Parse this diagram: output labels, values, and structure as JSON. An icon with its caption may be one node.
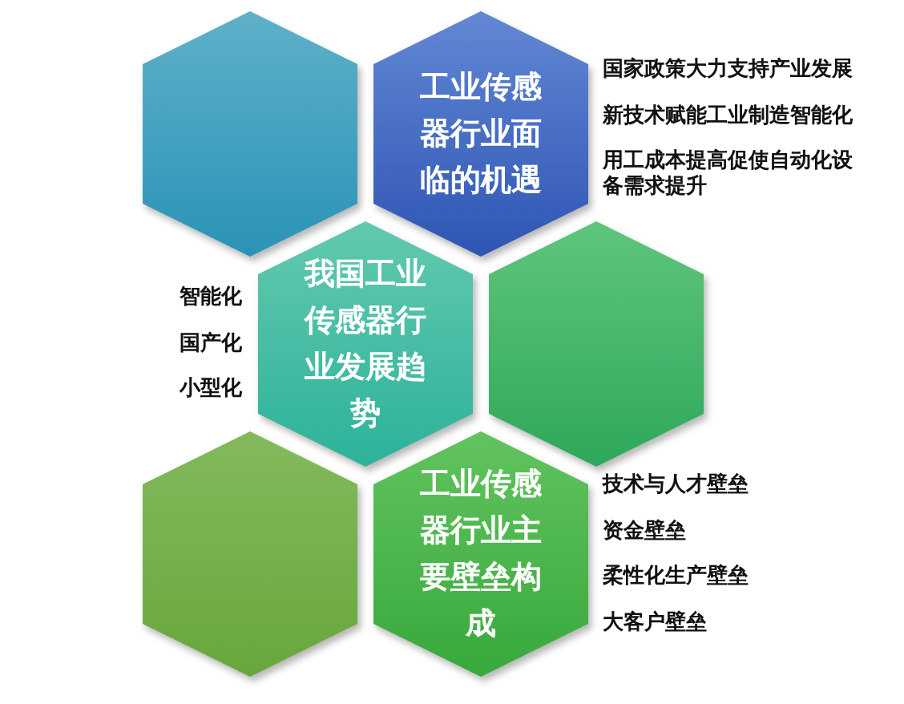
{
  "diagram": {
    "nodes": [
      {
        "text": [],
        "shape": "hexagon"
      },
      {
        "text": [
          "工业传感器行业面临的机遇"
        ],
        "beside": [
          "国家政策大力支持产业发展",
          "新技术赋能工业制造智能化",
          "用工成本提高促使自动化设备需求提升"
        ]
      },
      {
        "text": [
          "我国工业传感器行业发展趋势"
        ],
        "beside": [
          "智能化",
          "国产化",
          "小型化"
        ]
      },
      {
        "text": [],
        "shape": "hexagon"
      },
      {
        "text": [],
        "shape": "hexagon"
      },
      {
        "text": [
          "工业传感器行业主要壁垒构成"
        ],
        "beside": [
          "技术与人才壁垒",
          "资金壁垒",
          "柔性化生产壁垒",
          "大客户壁垒"
        ]
      }
    ]
  }
}
